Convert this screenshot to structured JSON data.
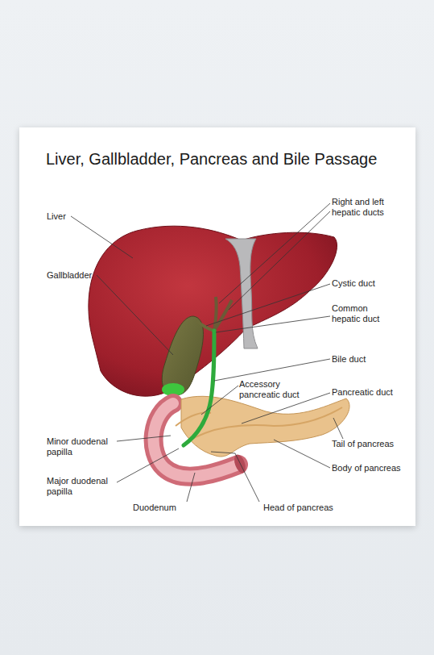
{
  "diagram": {
    "title": "Liver, Gallbladder, Pancreas and Bile Passage",
    "labels": [
      "Liver",
      "Gallbladder",
      "Minor duodenal papilla",
      "Major duodenal papilla",
      "Duodenum",
      "Head of pancreas",
      "Right and left hepatic ducts",
      "Cystic duct",
      "Common hepatic duct",
      "Bile duct",
      "Accessory pancreatic duct",
      "Pancreatic duct",
      "Tail of pancreas",
      "Body of pancreas"
    ]
  }
}
